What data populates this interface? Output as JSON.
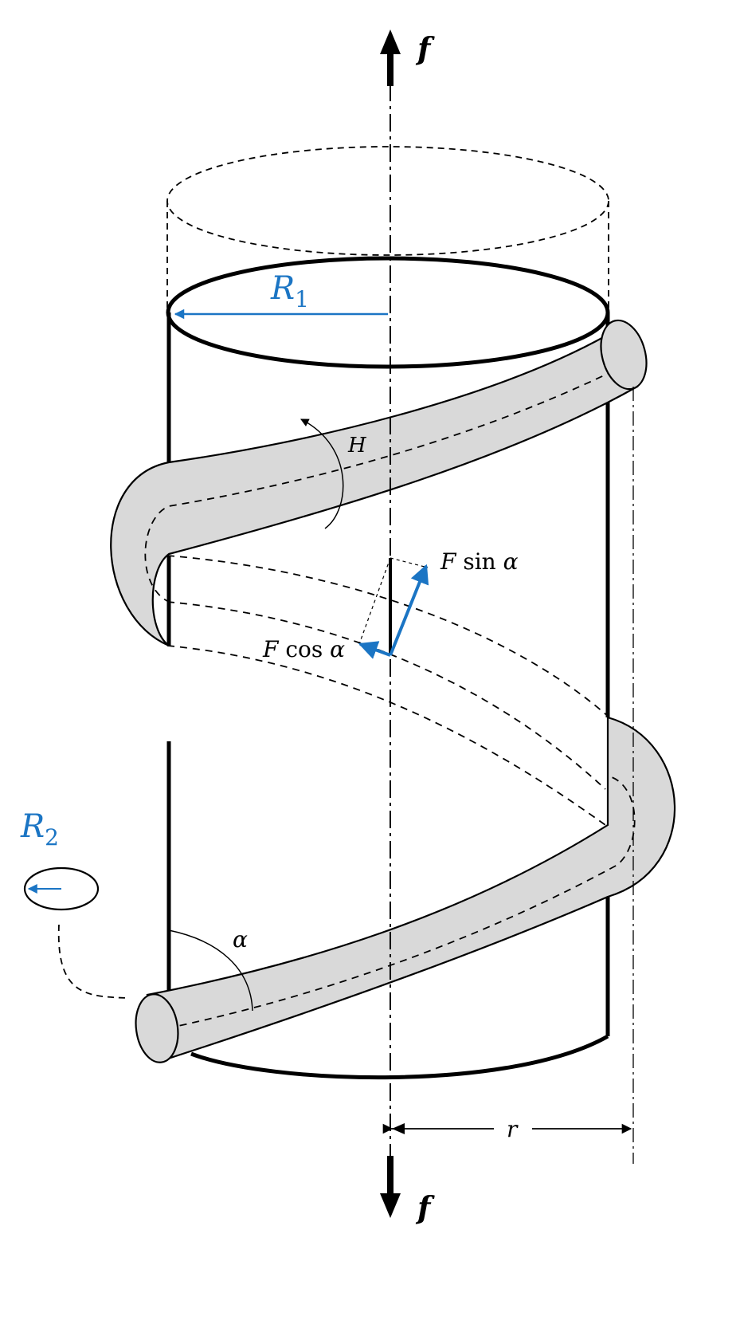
{
  "colors": {
    "ink": "#000000",
    "accent": "#1b75c4",
    "tube_fill": "#d9d9d9",
    "background": "#ffffff"
  },
  "labels": {
    "force_top": "f",
    "force_bottom": "f",
    "radius_cylinder": "R",
    "radius_cylinder_sub": "1",
    "radius_tube": "R",
    "radius_tube_sub": "2",
    "moment": "H",
    "angle": "α",
    "radius_arm": "r",
    "sin_component_f": "F",
    "sin_component_fn": " sin ",
    "sin_component_a": "α",
    "cos_component_f": "F",
    "cos_component_fn": " cos ",
    "cos_component_a": "α"
  }
}
